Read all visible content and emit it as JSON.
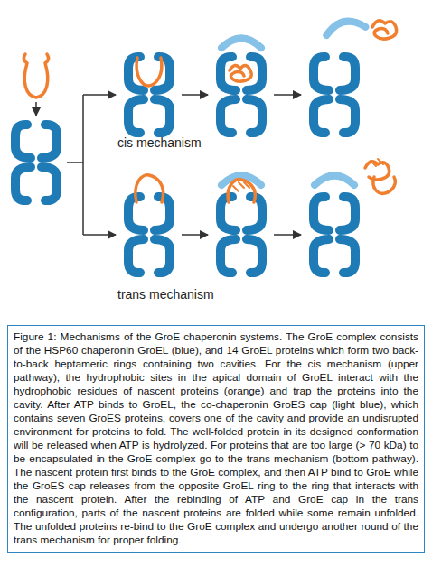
{
  "diagram": {
    "caption": "Figure 1: Mechanisms of the GroE chaperonin systems. The GroE complex consists of the HSP60 chaperonin GroEL (blue), and 14 GroEL proteins which form two back-to-back heptameric rings containing two cavities. For the cis mechanism (upper pathway), the hydrophobic sites in the apical domain of GroEL interact with the hydrophobic residues of nascent proteins (orange) and trap the proteins into the cavity. After ATP binds to GroEL, the co-chaperonin GroES cap (light blue), which contains seven GroES proteins, covers one of the cavity and provide an undisrupted environment for proteins to fold. The well-folded protein in its designed conformation will be released when ATP is hydrolyzed. For proteins that are too large (> 70 kDa) to be encapsulated in the GroE complex go to the trans mechanism (bottom pathway). The nascent protein first binds to the GroE complex, and then ATP bind to GroE while the GroES cap releases from the opposite GroEL ring to the ring that interacts with the nascent protein. After the rebinding of ATP and GroE cap in the trans configuration, parts of the nascent proteins are folded while some remain unfolded. The unfolded proteins re-bind to the GroE complex and undergo another round of the trans mechanism for proper folding.",
    "labels": [
      "cis mechanism",
      "trans mechanism"
    ]
  }
}
